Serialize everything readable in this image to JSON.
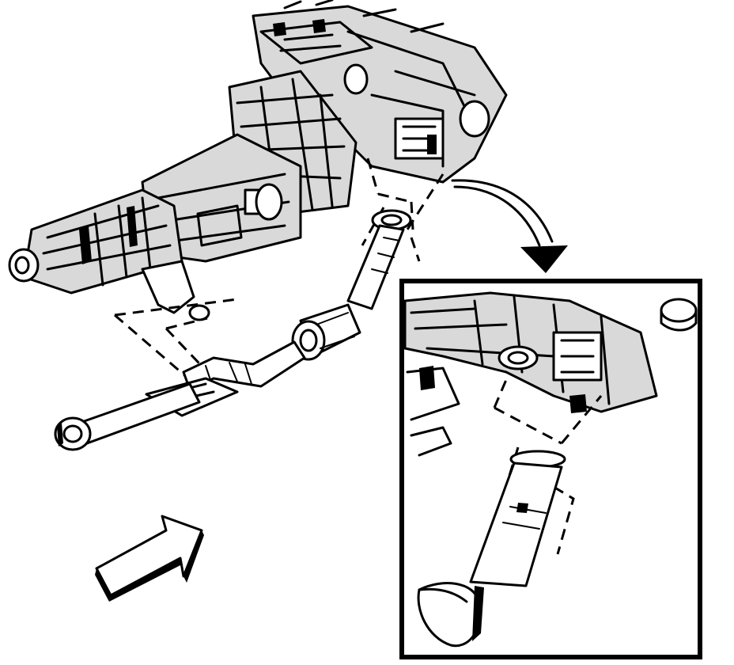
{
  "diagram": {
    "components": [
      {
        "name": "engine-transmission-assembly",
        "icon": "engine-icon"
      },
      {
        "name": "exhaust-front-pipe",
        "icon": "pipe-icon"
      },
      {
        "name": "catalytic-converter",
        "icon": "converter-icon"
      },
      {
        "name": "exhaust-manifold-flange",
        "icon": "flange-icon"
      },
      {
        "name": "pipe-hanger-bracket",
        "icon": "bracket-icon"
      },
      {
        "name": "detail-inset-view",
        "icon": "magnify-icon"
      },
      {
        "name": "view-direction-arrow",
        "icon": "arrow-right-icon"
      },
      {
        "name": "detail-callout-arrow",
        "icon": "curved-arrow-icon"
      }
    ],
    "colors": {
      "ink": "#000000",
      "paper": "#ffffff"
    }
  }
}
